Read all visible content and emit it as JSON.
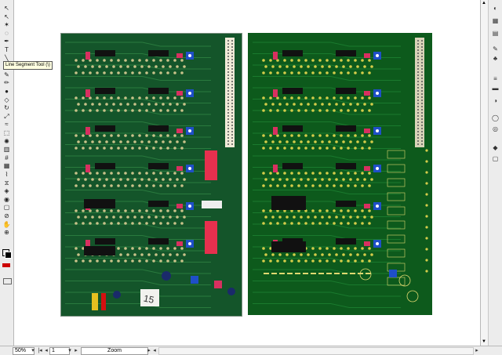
{
  "app": {
    "tooltip": "Line Segment Tool (\\)"
  },
  "tools": [
    {
      "name": "selection-tool-icon"
    },
    {
      "name": "direct-selection-tool-icon"
    },
    {
      "name": "magic-wand-tool-icon"
    },
    {
      "name": "lasso-tool-icon"
    },
    {
      "name": "pen-tool-icon"
    },
    {
      "name": "type-tool-icon"
    },
    {
      "name": "line-segment-tool-icon"
    },
    {
      "name": "rectangle-tool-icon"
    },
    {
      "name": "paintbrush-tool-icon"
    },
    {
      "name": "pencil-tool-icon"
    },
    {
      "name": "blob-brush-tool-icon"
    },
    {
      "name": "eraser-tool-icon"
    },
    {
      "name": "rotate-tool-icon"
    },
    {
      "name": "scale-tool-icon"
    },
    {
      "name": "warp-tool-icon"
    },
    {
      "name": "free-transform-tool-icon"
    },
    {
      "name": "symbol-sprayer-tool-icon"
    },
    {
      "name": "column-graph-tool-icon"
    },
    {
      "name": "mesh-tool-icon"
    },
    {
      "name": "gradient-tool-icon"
    },
    {
      "name": "eyedropper-tool-icon"
    },
    {
      "name": "blend-tool-icon"
    },
    {
      "name": "live-paint-bucket-tool-icon"
    },
    {
      "name": "live-paint-selection-tool-icon"
    },
    {
      "name": "artboard-tool-icon"
    },
    {
      "name": "slice-tool-icon"
    },
    {
      "name": "hand-tool-icon"
    },
    {
      "name": "zoom-tool-icon"
    }
  ],
  "swatches": {
    "fill_color": "#ffffff",
    "stroke_color": "#000000"
  },
  "right_panel": [
    {
      "name": "color-panel-icon"
    },
    {
      "name": "color-guide-panel-icon"
    },
    {
      "name": "swatches-panel-icon"
    },
    {
      "name": "brushes-panel-icon"
    },
    {
      "name": "symbols-panel-icon"
    },
    {
      "name": "stroke-panel-icon"
    },
    {
      "name": "gradient-panel-icon"
    },
    {
      "name": "transparency-panel-icon"
    },
    {
      "name": "appearance-panel-icon"
    },
    {
      "name": "graphic-styles-panel-icon"
    },
    {
      "name": "layers-panel-icon"
    },
    {
      "name": "artboards-panel-icon"
    }
  ],
  "status_bar": {
    "zoom": "50%",
    "page": "1",
    "mode": "Zoom"
  },
  "board_labels": {
    "handwritten": "15"
  },
  "colors": {
    "pcb_green": "#0d5a1c",
    "pcb_dark": "#084215",
    "chip": "#111111",
    "resistor": "#d83060",
    "pot": "#1f4fc8",
    "header": "#f0ead8"
  }
}
